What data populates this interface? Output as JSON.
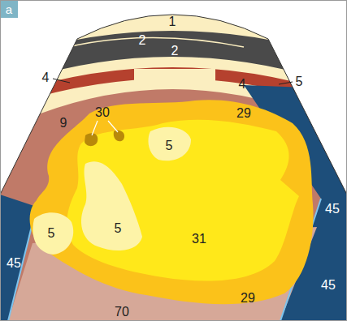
{
  "diagram": {
    "labels": [
      "a",
      "1",
      "2",
      "4",
      "2",
      "4",
      "5",
      "9",
      "30",
      "29",
      "5",
      "5",
      "5",
      "31",
      "45",
      "45",
      "45",
      "29",
      "70"
    ]
  }
}
